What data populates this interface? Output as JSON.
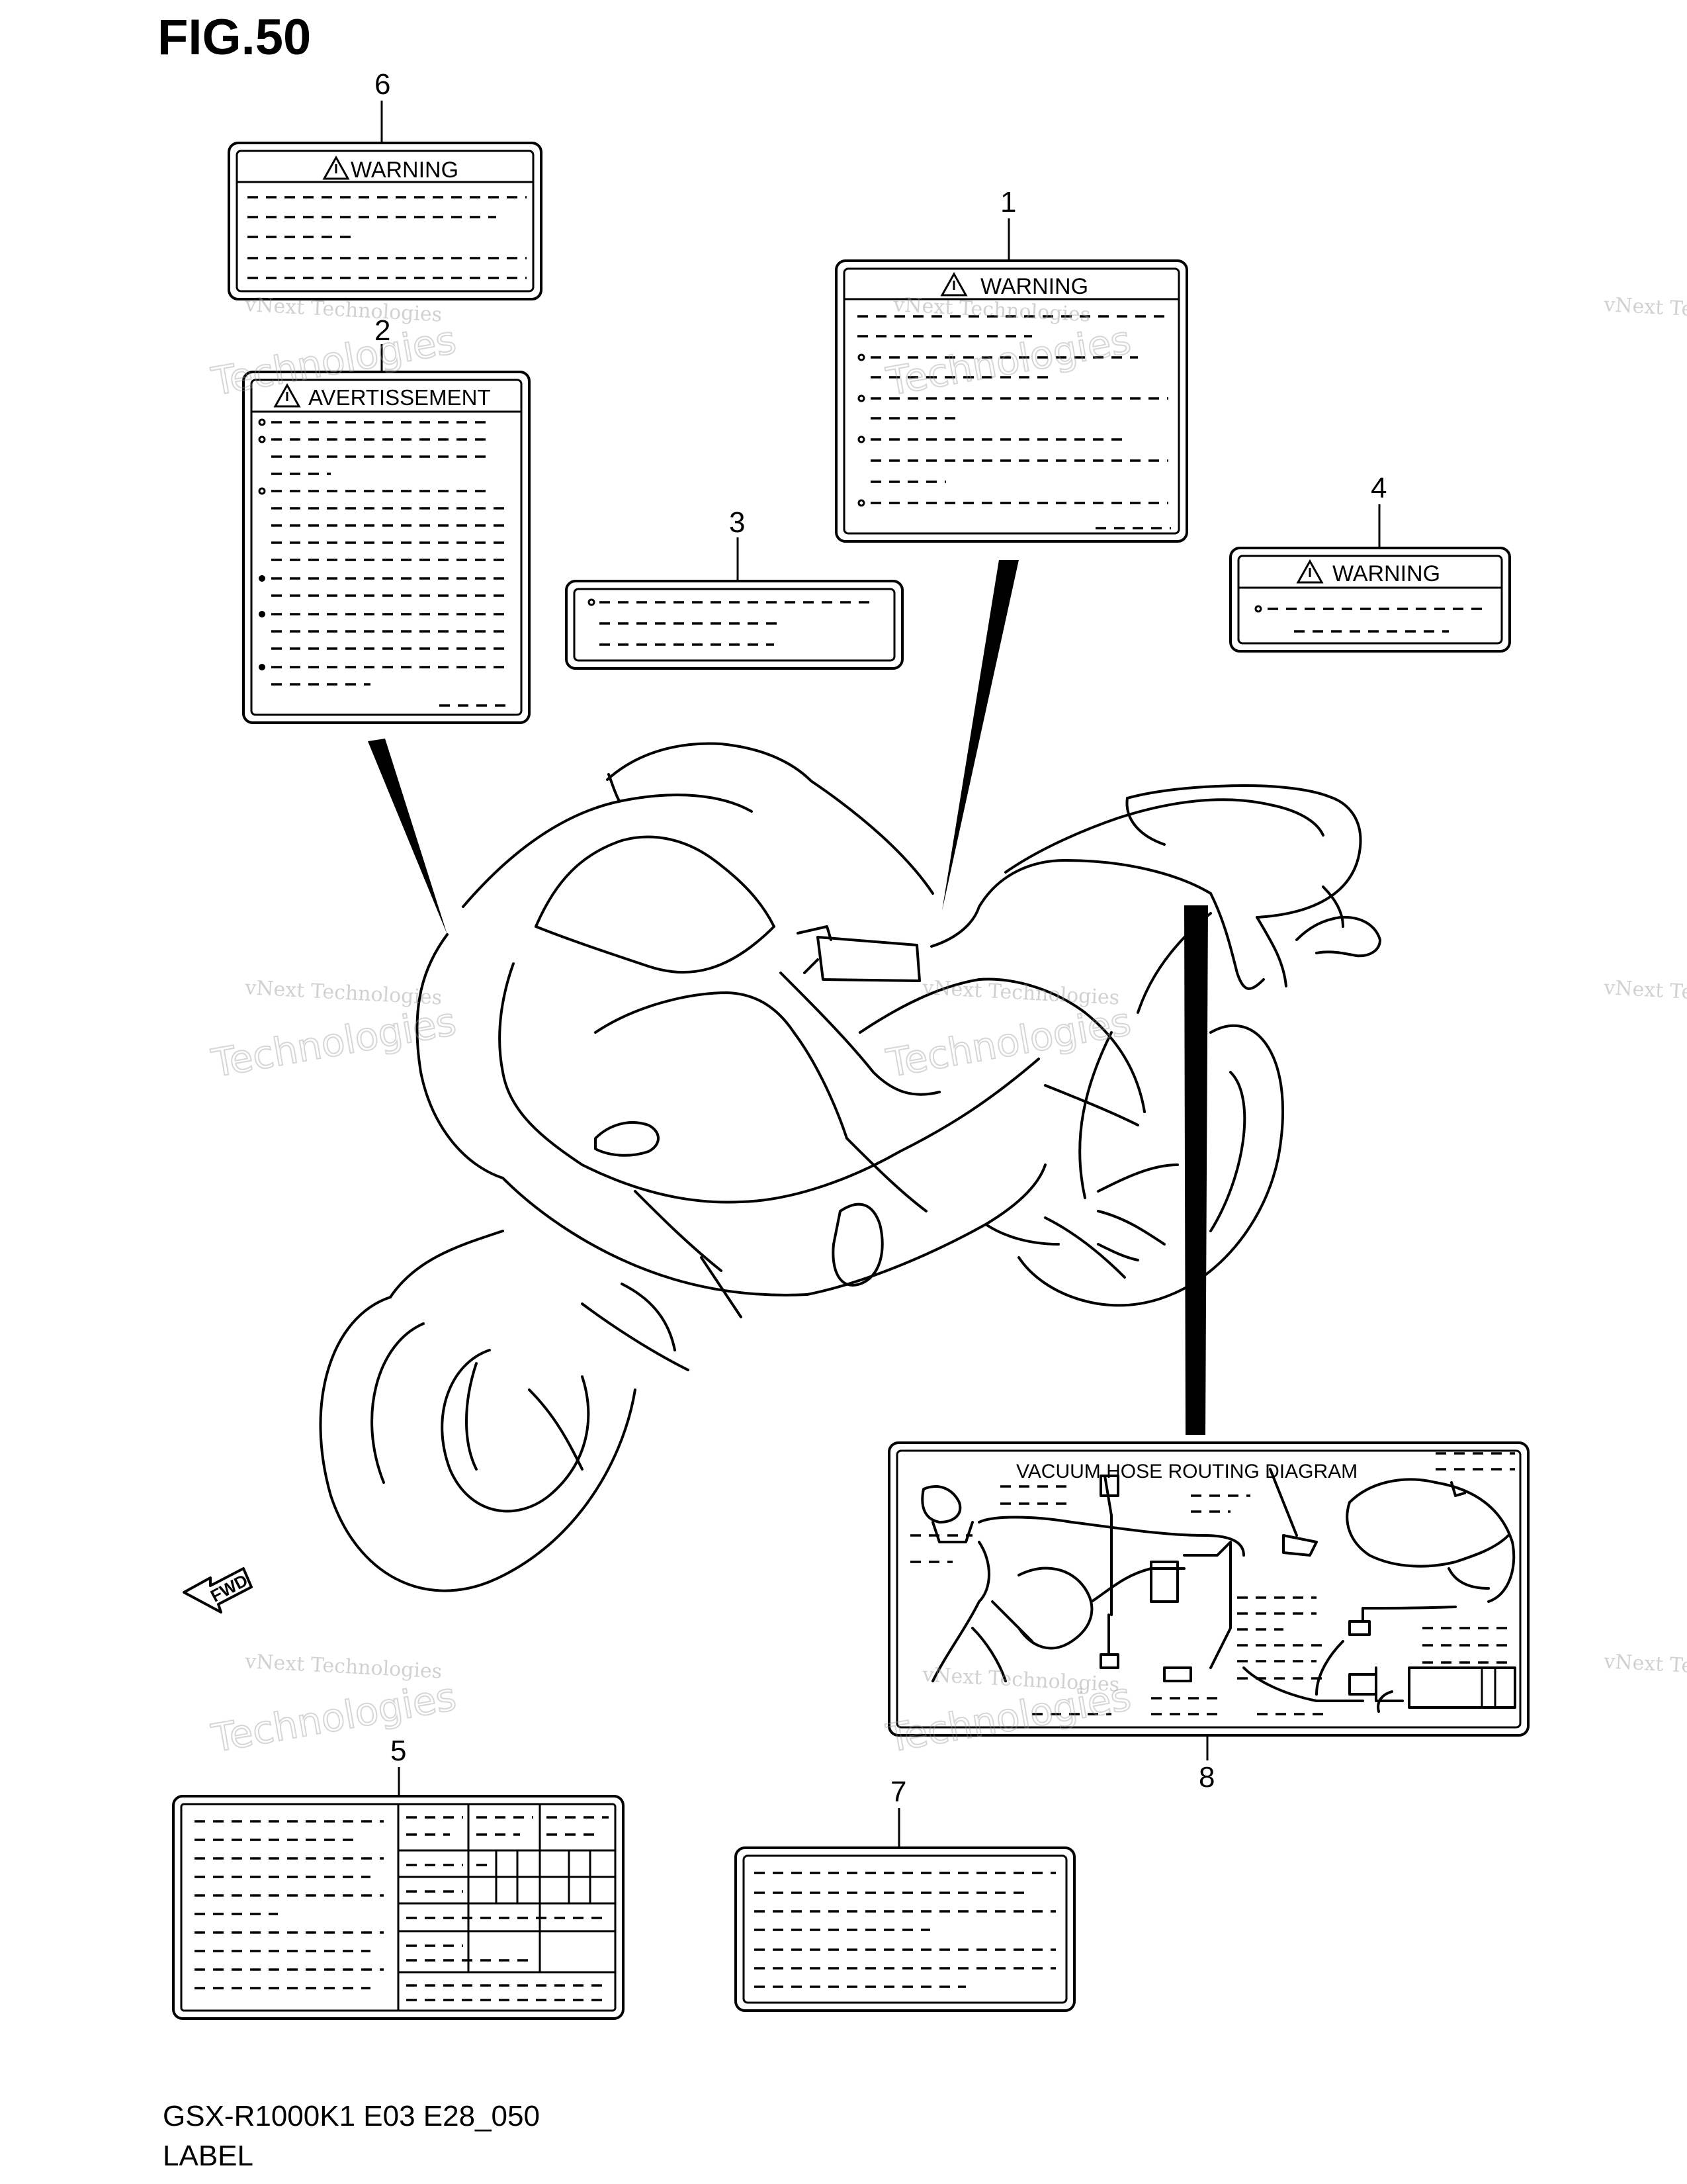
{
  "figure_title": "FIG.50",
  "footer": {
    "model": "GSX-R1000K1 E03 E28_050",
    "name": "LABEL"
  },
  "callouts": [
    "1",
    "2",
    "3",
    "4",
    "5",
    "6",
    "7",
    "8"
  ],
  "labels": {
    "warning_text": "WARNING",
    "avertissement_text": "AVERTISSEMENT",
    "vacuum_title": "VACUUM  HOSE  ROUTING  DIAGRAM",
    "fwd_text": "FWD"
  },
  "watermark": {
    "line1": "vNext Technologies",
    "line2": "Technologies",
    "line3": "vNext"
  }
}
